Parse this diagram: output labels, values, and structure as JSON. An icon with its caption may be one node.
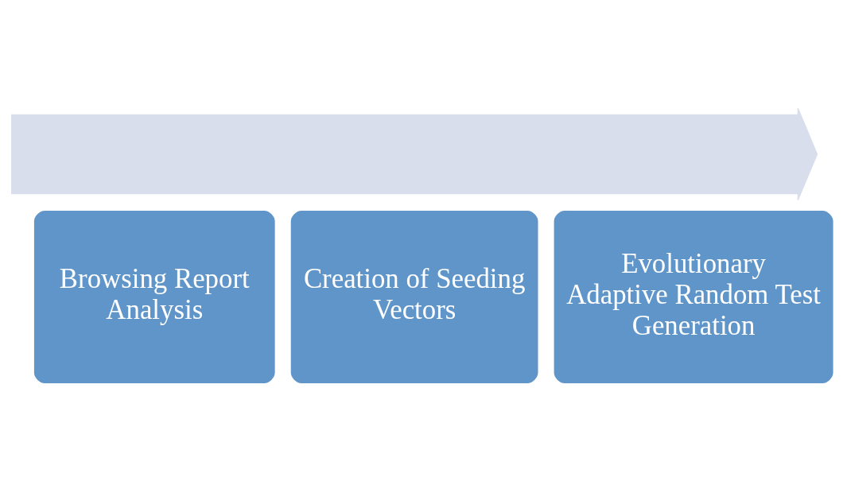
{
  "diagram": {
    "nodes": [
      {
        "text": [],
        "shape": "arrow"
      },
      {
        "text": [
          "Browsing Report Analysis"
        ]
      },
      {
        "text": [
          "Creation of Seeding Vectors"
        ]
      },
      {
        "text": [
          "Evolutionary Adaptive Random Test Generation"
        ]
      }
    ]
  }
}
